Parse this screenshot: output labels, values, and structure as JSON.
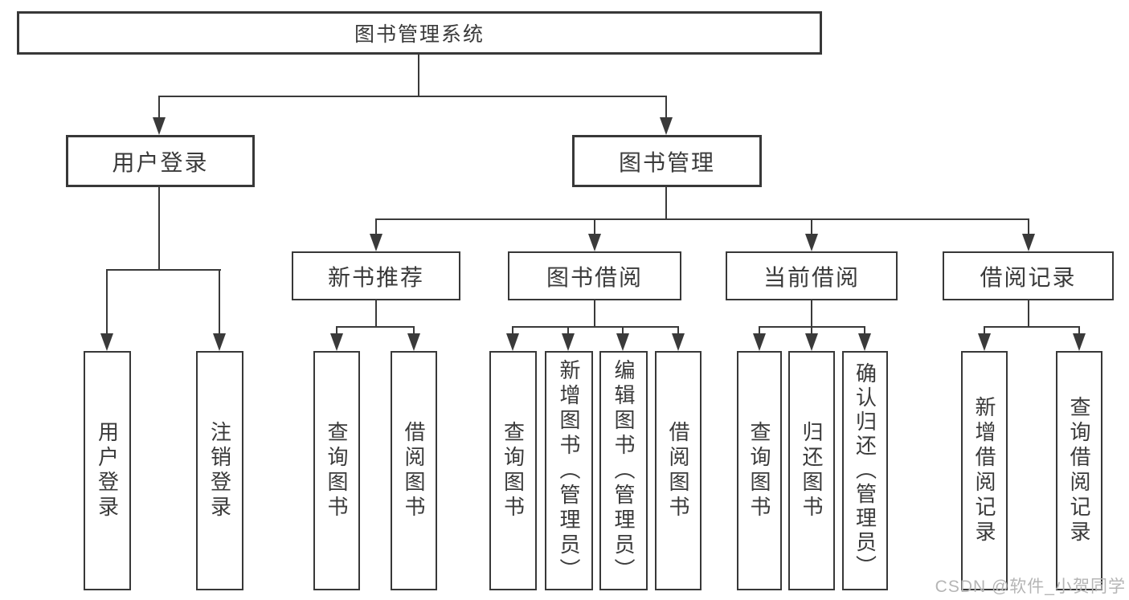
{
  "diagram": {
    "root": {
      "label": "图书管理系统"
    },
    "branches": [
      {
        "label": "用户登录",
        "leaves": [
          {
            "label": "用户登录"
          },
          {
            "label": "注销登录"
          }
        ]
      },
      {
        "label": "图书管理",
        "groups": [
          {
            "label": "新书推荐",
            "leaves": [
              {
                "label": "查询图书"
              },
              {
                "label": "借阅图书"
              }
            ]
          },
          {
            "label": "图书借阅",
            "leaves": [
              {
                "label": "查询图书"
              },
              {
                "label": "新增图书（管理员）"
              },
              {
                "label": "编辑图书（管理员）"
              },
              {
                "label": "借阅图书"
              }
            ]
          },
          {
            "label": "当前借阅",
            "leaves": [
              {
                "label": "查询图书"
              },
              {
                "label": "归还图书"
              },
              {
                "label": "确认归还（管理员）"
              }
            ]
          },
          {
            "label": "借阅记录",
            "leaves": [
              {
                "label": "新增借阅记录"
              },
              {
                "label": "查询借阅记录"
              }
            ]
          }
        ]
      }
    ]
  },
  "watermark": {
    "text": "CSDN @软件_小贺同学"
  },
  "colors": {
    "line": "#3a3a3a",
    "box_border": "#383838",
    "box_fill": "#ffffff",
    "text": "#3a3a3a",
    "watermark": "#b5b5b5"
  }
}
